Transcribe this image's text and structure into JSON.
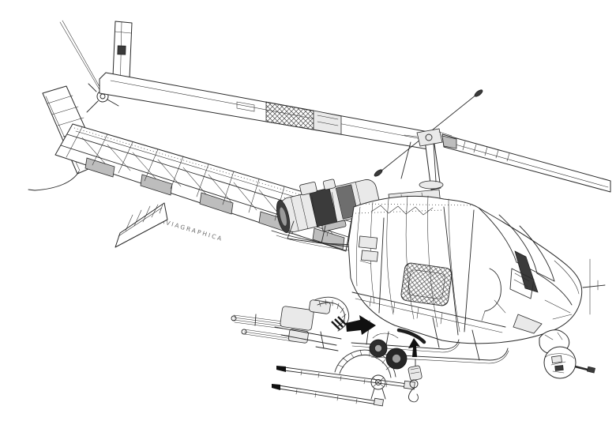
{
  "artwork": {
    "watermark": "AVIAGRAPHICA"
  },
  "palette": {
    "background": "#ffffff",
    "ink": "#2a2a2a",
    "shade_light": "#e9e9e9",
    "shade_mid": "#bdbdbd",
    "shade_dark": "#3b3b3b",
    "arrow_black": "#101010"
  },
  "components": [
    "tail rotor",
    "tail fin",
    "tail boom truss",
    "horizontal stabilizer",
    "main rotor blades",
    "rotor hub with stabilizer bar",
    "turboshaft engine",
    "transmission pylon",
    "cabin structure",
    "cockpit canopy",
    "fuel cell",
    "landing skids",
    "ground handling wheels",
    "minigun armament detail",
    "gun mount and rocket tube detail",
    "cargo hook detail",
    "ground wheel assembly detail"
  ]
}
